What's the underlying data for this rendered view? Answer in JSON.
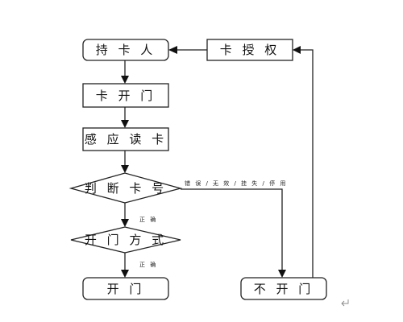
{
  "nodes": {
    "holder": "持 卡 人",
    "authorize": "卡 授 权",
    "open_card": "卡 开 门",
    "read_card": "感 应 读 卡",
    "judge": "判 断 卡 号",
    "mode": "开 门 方 式",
    "open": "开 门",
    "no_open": "不 开 门"
  },
  "edge_labels": {
    "judge_to_mode": "正 确",
    "mode_to_open": "正 确",
    "judge_to_no_open": "错 误 / 无 效 / 挂 失 / 停 用"
  }
}
